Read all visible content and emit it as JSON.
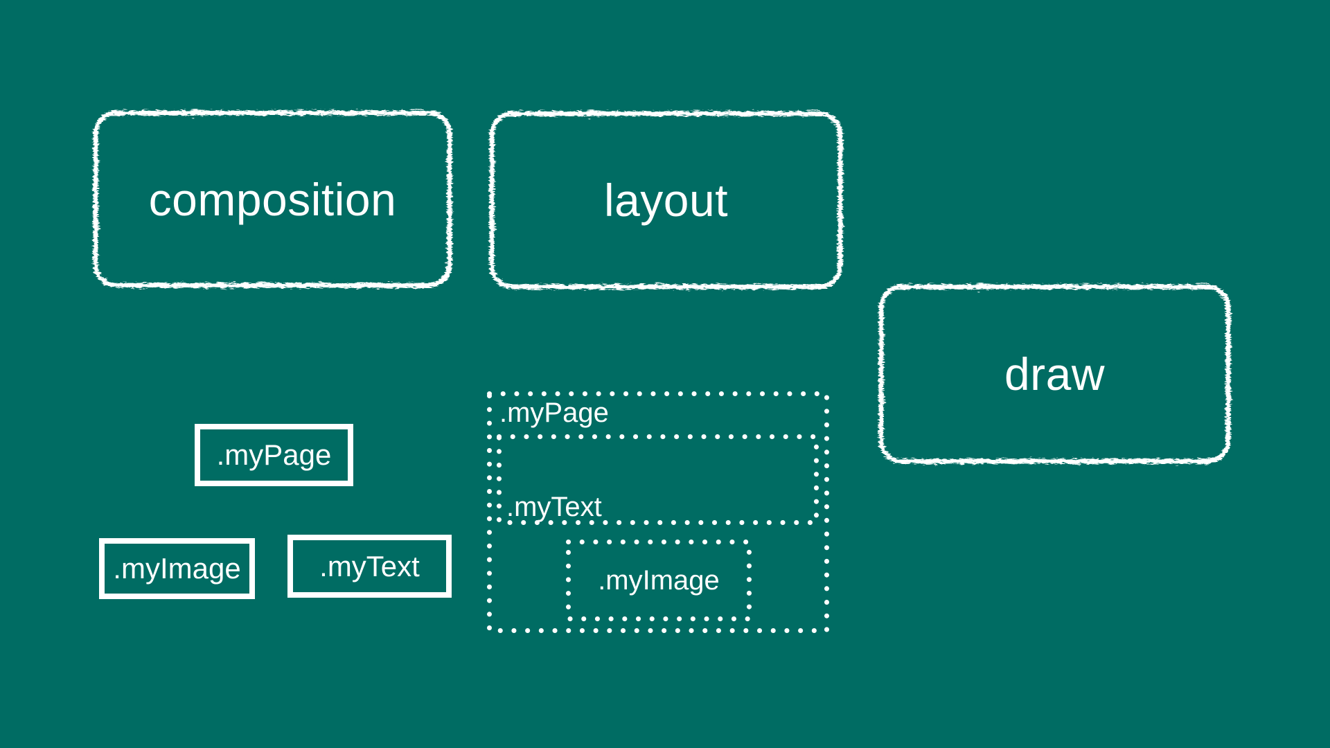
{
  "slide": {
    "background": "#006C63",
    "ink": "#FFFFFF"
  },
  "phases": [
    {
      "label": "composition"
    },
    {
      "label": "layout"
    },
    {
      "label": "draw"
    }
  ],
  "modifier_chips": [
    {
      "label": ".myPage"
    },
    {
      "label": ".myImage"
    },
    {
      "label": ".myText"
    }
  ],
  "view_tree": {
    "page_label": ".myPage",
    "text_label": ".myText",
    "image_label": ".myImage"
  }
}
